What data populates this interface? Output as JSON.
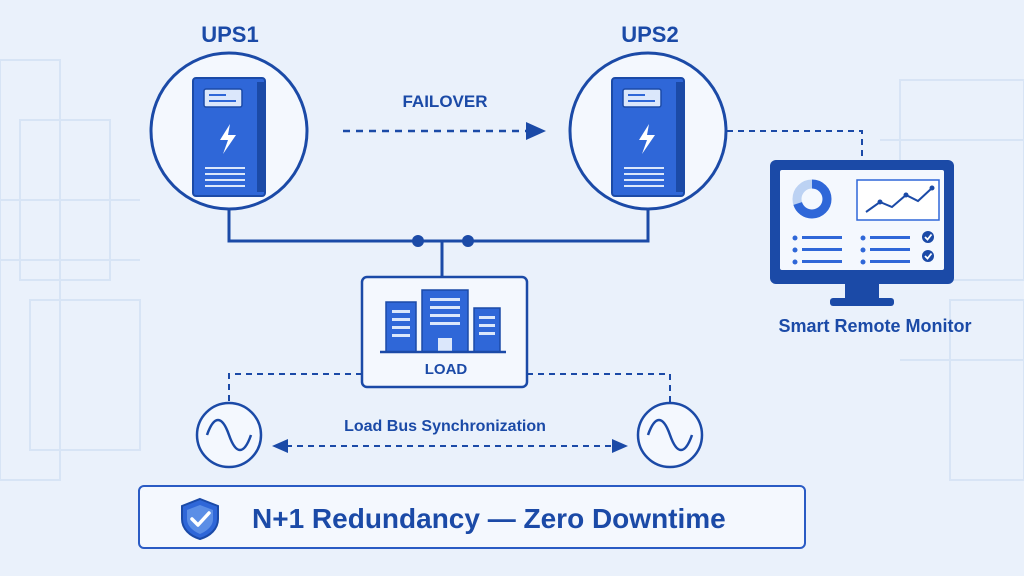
{
  "ups1": {
    "title": "UPS1"
  },
  "ups2": {
    "title": "UPS2"
  },
  "failover": {
    "label": "FAILOVER"
  },
  "load": {
    "label": "LOAD"
  },
  "sync": {
    "label": "Load Bus Synchronization"
  },
  "monitor": {
    "label": "Smart Remote Monitor"
  },
  "banner": {
    "text": "N+1 Redundancy — Zero Downtime",
    "icon": "shield-check-icon"
  },
  "colors": {
    "background": "#eaf1fb",
    "primary": "#1b4aa7",
    "accent": "#2f67d8",
    "light": "#5b8ee6"
  }
}
